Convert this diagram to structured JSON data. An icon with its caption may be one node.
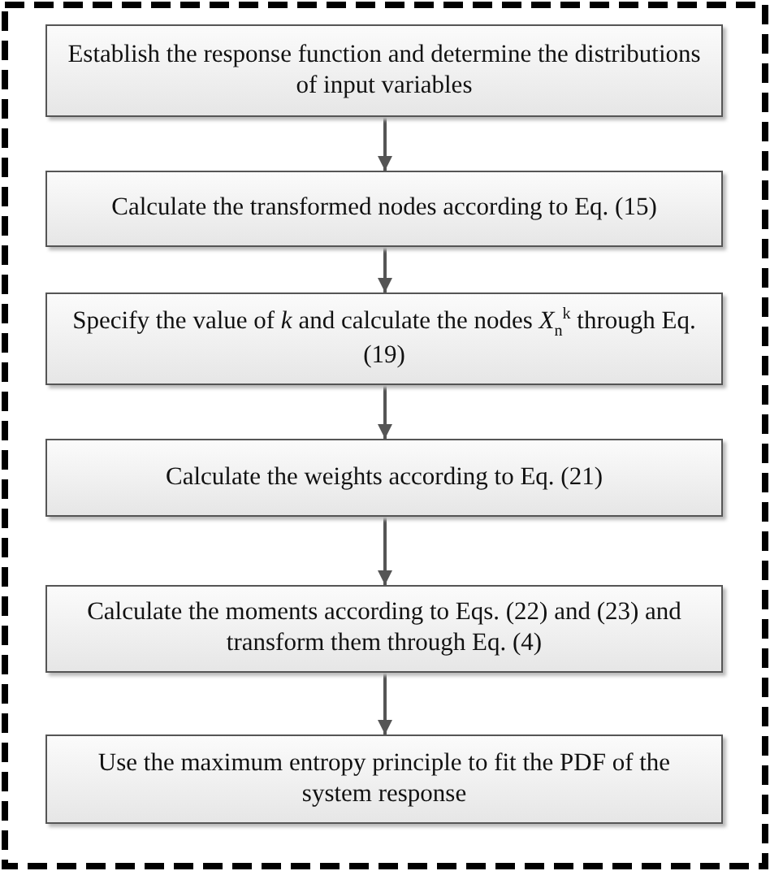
{
  "diagram": {
    "nodes": [
      {
        "text": [
          "Establish the response function and determine the distributions of input variables"
        ]
      },
      {
        "text": [
          "Calculate the transformed nodes according to Eq. (15)"
        ]
      },
      {
        "text": [
          "Specify the value of *k* and calculate the nodes *X*$_{n}$$^{k}$ through Eq. (19)"
        ]
      },
      {
        "text": [
          "Calculate the weights according to Eq. (21)"
        ]
      },
      {
        "text": [
          "Calculate the moments according to Eqs. (22) and (23) and transform them through Eq. (4)"
        ]
      },
      {
        "text": [
          "Use the maximum entropy principle to fit the PDF of the system response"
        ]
      }
    ],
    "edges": [
      {
        "from": 0,
        "to": 1,
        "arrow": "to"
      },
      {
        "from": 1,
        "to": 2,
        "arrow": "to"
      },
      {
        "from": 2,
        "to": 3,
        "arrow": "to"
      },
      {
        "from": 3,
        "to": 4,
        "arrow": "to"
      },
      {
        "from": 4,
        "to": 5,
        "arrow": "to"
      }
    ]
  }
}
